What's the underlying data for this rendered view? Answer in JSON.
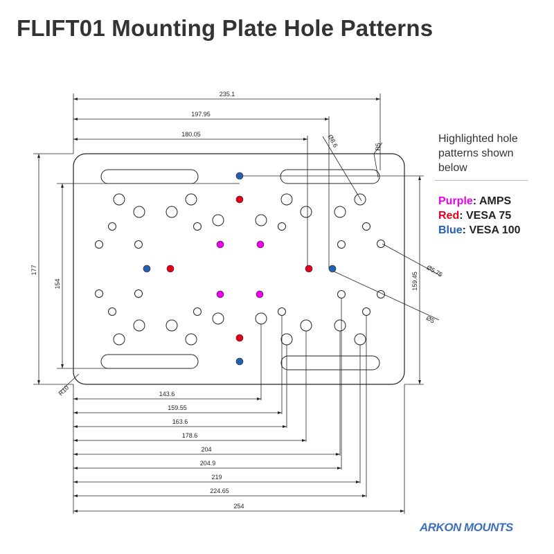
{
  "title": "FLIFT01 Mounting Plate Hole Patterns",
  "colors": {
    "purple": "#ee00ee",
    "red": "#e4001b",
    "blue": "#2460b0",
    "line": "#222222"
  },
  "legend": {
    "intro": "Highlighted hole patterns shown below",
    "items": [
      {
        "key": "Purple",
        "sep": ":",
        "value": " AMPS",
        "color": "#ee00ee"
      },
      {
        "key": "Red",
        "sep": ":",
        "value": " VESA 75",
        "color": "#e4001b"
      },
      {
        "key": "Blue",
        "sep": ":",
        "value": " VESA 100",
        "color": "#2460b0"
      }
    ]
  },
  "dimensions": {
    "top": [
      "235.1",
      "197.95",
      "180.05"
    ],
    "bottom": [
      "143.6",
      "159.55",
      "163.6",
      "178.6",
      "204",
      "204.9",
      "219",
      "224.65",
      "254"
    ],
    "left": [
      "177",
      "154"
    ],
    "right": [
      "159.45"
    ],
    "callouts": [
      "Ø8.6",
      "R5",
      "Ø5.75",
      "Ø5",
      "R10"
    ]
  },
  "brand": "ARKON MOUNTS"
}
